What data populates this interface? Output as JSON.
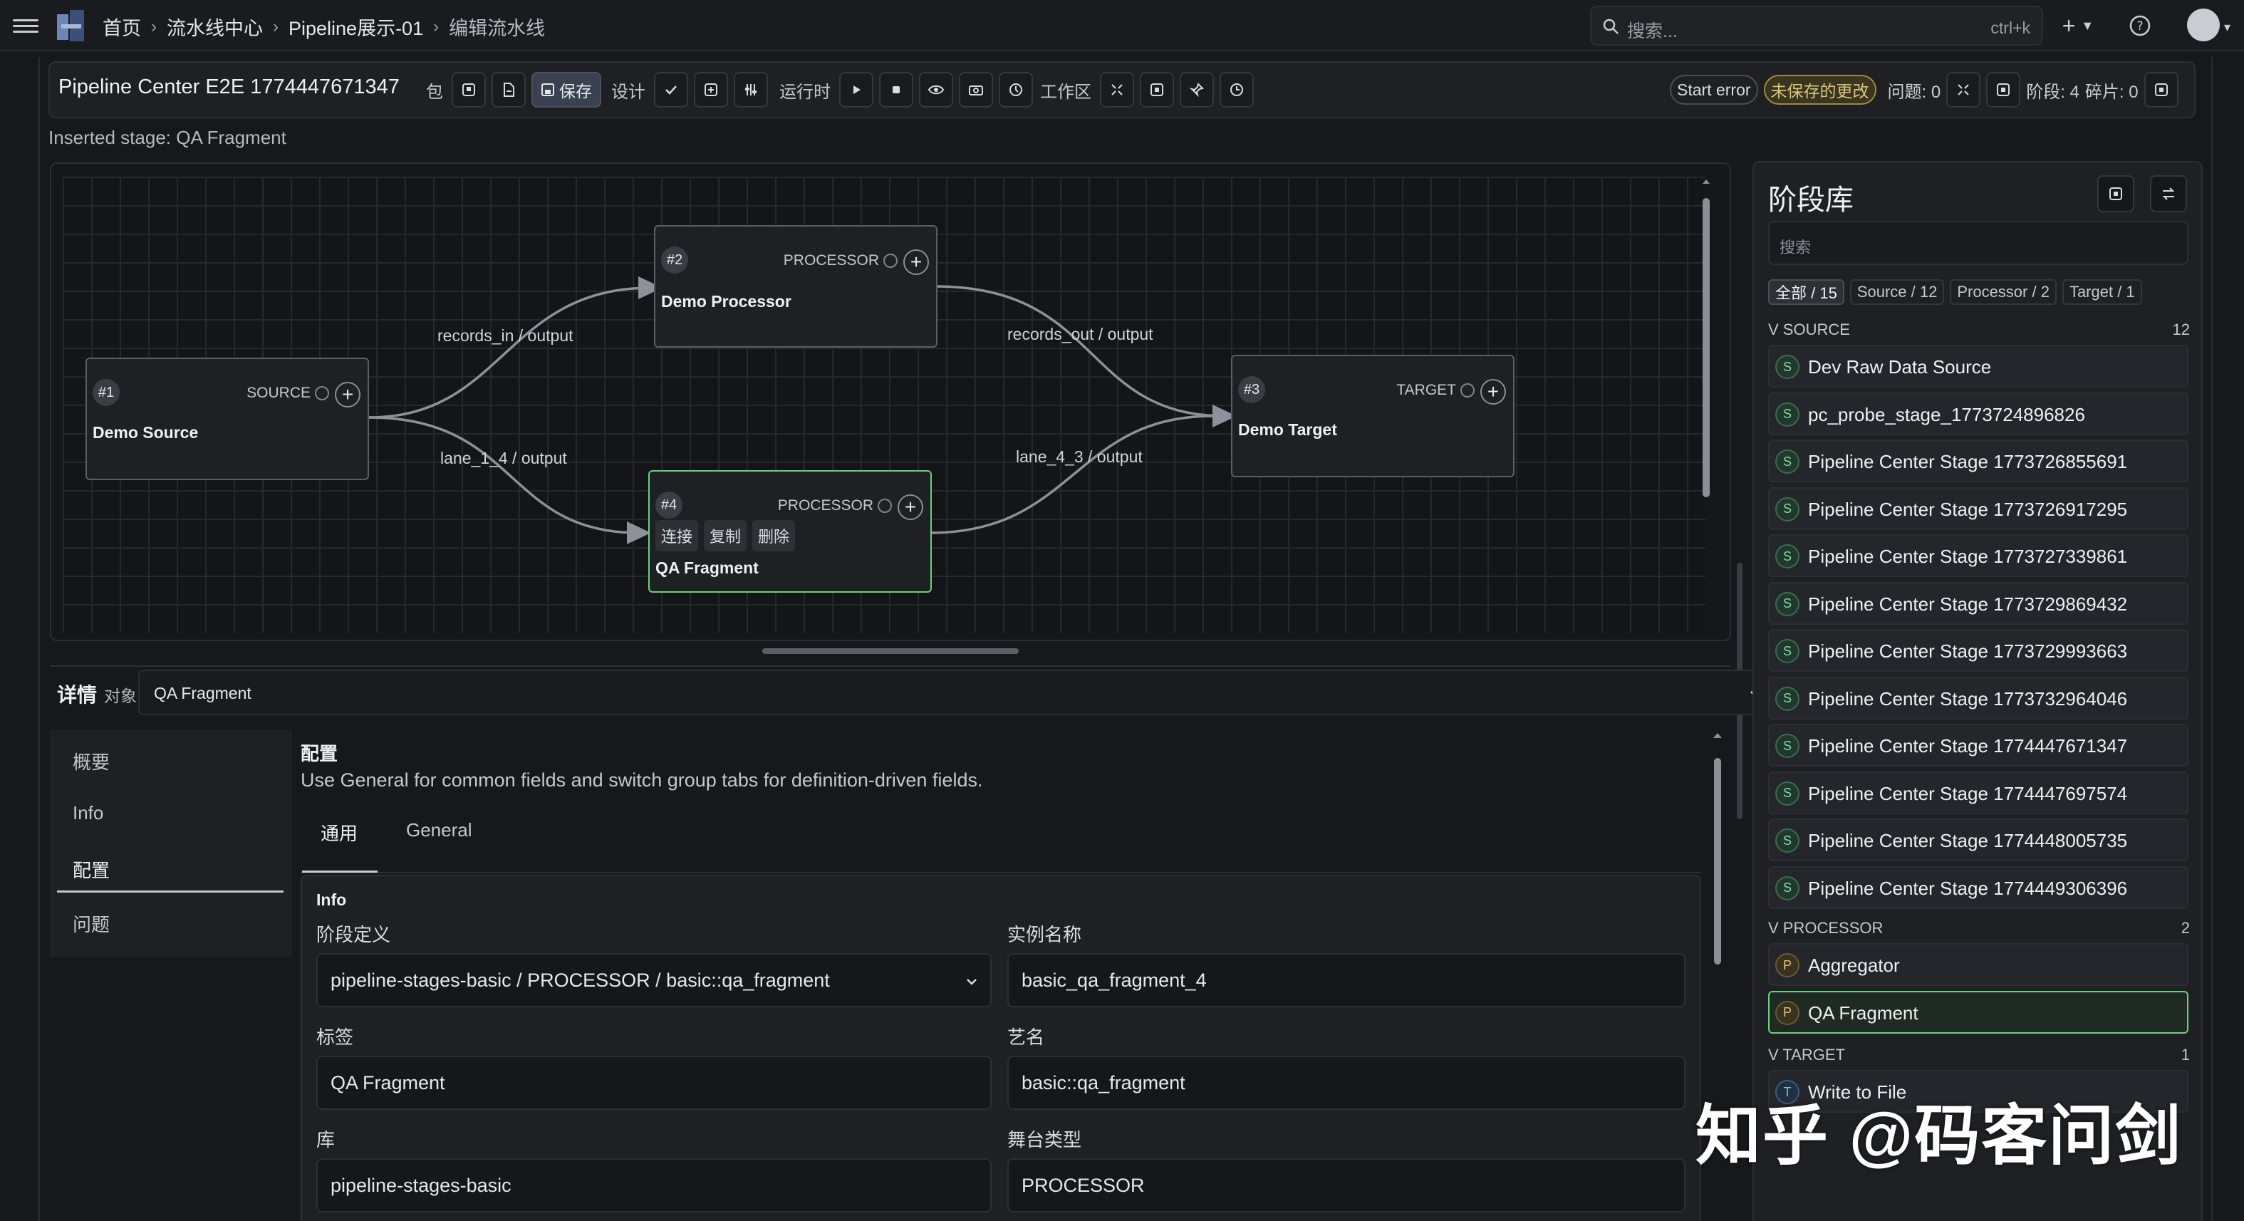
{
  "breadcrumb": {
    "home": "首页",
    "center": "流水线中心",
    "pipeline": "Pipeline展示-01",
    "current": "编辑流水线"
  },
  "global_search": {
    "placeholder": "搜索...",
    "shortcut": "ctrl+k"
  },
  "toolbar": {
    "title": "Pipeline Center E2E 1774447671347",
    "pkg_label": "包",
    "save_label": "保存",
    "design_label": "设计",
    "runtime_label": "运行时",
    "workspace_label": "工作区",
    "start_error": "Start error",
    "unsaved": "未保存的更改",
    "issues": "问题: 0",
    "stages": "阶段: 4",
    "fragments": "碎片: 0"
  },
  "status_line": "Inserted stage: QA Fragment",
  "canvas": {
    "nodes": [
      {
        "index": "#1",
        "type": "SOURCE",
        "name": "Demo Source"
      },
      {
        "index": "#2",
        "type": "PROCESSOR",
        "name": "Demo Processor"
      },
      {
        "index": "#3",
        "type": "TARGET",
        "name": "Demo Target"
      },
      {
        "index": "#4",
        "type": "PROCESSOR",
        "name": "QA Fragment",
        "actions": [
          "连接",
          "复制",
          "删除"
        ]
      }
    ],
    "edges": [
      {
        "label": "records_in / output"
      },
      {
        "label": "records_out / output"
      },
      {
        "label": "lane_1_4 / output"
      },
      {
        "label": "lane_4_3 / output"
      }
    ]
  },
  "details": {
    "title": "详情",
    "object_label": "对象",
    "object_value": "QA Fragment",
    "side_tabs": [
      "概要",
      "Info",
      "配置",
      "问题"
    ],
    "config": {
      "heading": "配置",
      "description": "Use General for common fields and switch group tabs for definition-driven fields.",
      "tabs": [
        "通用",
        "General"
      ],
      "card_title": "Info",
      "fields": {
        "stage_def_label": "阶段定义",
        "stage_def_value": "pipeline-stages-basic / PROCESSOR / basic::qa_fragment",
        "instance_label": "实例名称",
        "instance_value": "basic_qa_fragment_4",
        "tag_label": "标签",
        "tag_value": "QA Fragment",
        "alias_label": "艺名",
        "alias_value": "basic::qa_fragment",
        "lib_label": "库",
        "lib_value": "pipeline-stages-basic",
        "stage_type_label": "舞台类型",
        "stage_type_value": "PROCESSOR"
      }
    }
  },
  "library": {
    "title": "阶段库",
    "search_placeholder": "搜索",
    "chips": [
      "全部 / 15",
      "Source / 12",
      "Processor / 2",
      "Target / 1"
    ],
    "groups": {
      "source": {
        "label": "V SOURCE",
        "count": "12",
        "badge": "S",
        "items": [
          "Dev Raw Data Source",
          "pc_probe_stage_1773724896826",
          "Pipeline Center Stage 1773726855691",
          "Pipeline Center Stage 1773726917295",
          "Pipeline Center Stage 1773727339861",
          "Pipeline Center Stage 1773729869432",
          "Pipeline Center Stage 1773729993663",
          "Pipeline Center Stage 1773732964046",
          "Pipeline Center Stage 1774447671347",
          "Pipeline Center Stage 1774447697574",
          "Pipeline Center Stage 1774448005735",
          "Pipeline Center Stage 1774449306396"
        ]
      },
      "processor": {
        "label": "V PROCESSOR",
        "count": "2",
        "badge": "P",
        "items": [
          "Aggregator",
          "QA Fragment"
        ]
      },
      "target": {
        "label": "V TARGET",
        "count": "1",
        "badge": "T",
        "items": [
          "Write to File"
        ]
      }
    }
  },
  "watermark": "知乎 @码客问剑"
}
